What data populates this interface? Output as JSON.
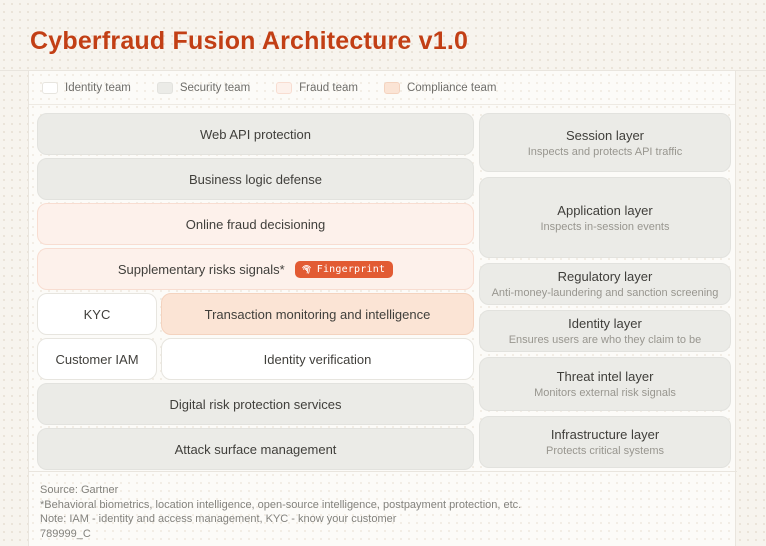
{
  "title": "Cyberfraud Fusion Architecture v1.0",
  "legend": {
    "items": [
      {
        "label": "Identity team",
        "color": "#ffffff"
      },
      {
        "label": "Security team",
        "color": "#ebebe7"
      },
      {
        "label": "Fraud team",
        "color": "#fdf1eb"
      },
      {
        "label": "Compliance team",
        "color": "#fbe4d5"
      }
    ]
  },
  "diagram": {
    "capabilities": [
      {
        "label": "Web API protection",
        "team": "security"
      },
      {
        "label": "Business logic defense",
        "team": "security"
      },
      {
        "label": "Online fraud decisioning",
        "team": "fraud"
      },
      {
        "label": "Supplementary risks signals*",
        "team": "fraud",
        "vendor_badge": "Fingerprint"
      },
      {
        "label": "KYC",
        "team": "identity"
      },
      {
        "label": "Transaction monitoring and intelligence",
        "team": "compliance"
      },
      {
        "label": "Customer IAM",
        "team": "identity"
      },
      {
        "label": "Identity verification",
        "team": "identity"
      },
      {
        "label": "Digital risk protection services",
        "team": "security"
      },
      {
        "label": "Attack surface management",
        "team": "security"
      }
    ],
    "layers": [
      {
        "title": "Session layer",
        "subtitle": "Inspects and protects API traffic"
      },
      {
        "title": "Application layer",
        "subtitle": "Inspects in-session events"
      },
      {
        "title": "Regulatory layer",
        "subtitle": "Anti-money-laundering and sanction screening"
      },
      {
        "title": "Identity layer",
        "subtitle": "Ensures users are who they claim to be"
      },
      {
        "title": "Threat intel layer",
        "subtitle": "Monitors external risk signals"
      },
      {
        "title": "Infrastructure layer",
        "subtitle": "Protects critical systems"
      }
    ]
  },
  "footer": {
    "source": "Source: Gartner",
    "footnote": "*Behavioral biometrics, location intelligence, open-source intelligence, postpayment protection, etc.",
    "note": "Note: IAM - identity and access management, KYC - know your customer",
    "doc_id": "789999_C"
  },
  "colors": {
    "title_accent": "#c23f15",
    "team_identity": "#ffffff",
    "team_security": "#ebebe7",
    "team_fraud": "#fdf1eb",
    "team_compliance": "#fbe4d5",
    "vendor_badge_background": "#e25b33",
    "page_background": "#f7f4ee",
    "panel_background": "#fcfbf8"
  }
}
